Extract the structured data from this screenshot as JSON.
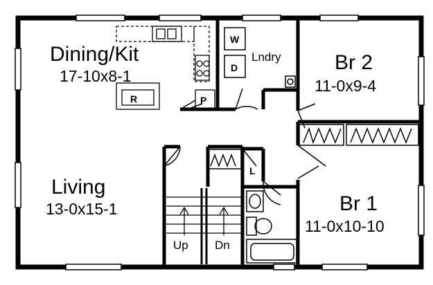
{
  "rooms": {
    "dining": {
      "name": "Dining/Kit",
      "size": "17-10x8-1"
    },
    "living": {
      "name": "Living",
      "size": "13-0x15-1"
    },
    "br2": {
      "name": "Br 2",
      "size": "11-0x9-4"
    },
    "br1": {
      "name": "Br 1",
      "size": "11-0x10-10"
    },
    "laundry": {
      "name": "Lndry"
    }
  },
  "fixtures": {
    "washer": "W",
    "dryer": "D",
    "pantry": "P",
    "refrigerator": "R",
    "linen": "L"
  },
  "stairs": {
    "up": "Up",
    "down": "Dn"
  }
}
